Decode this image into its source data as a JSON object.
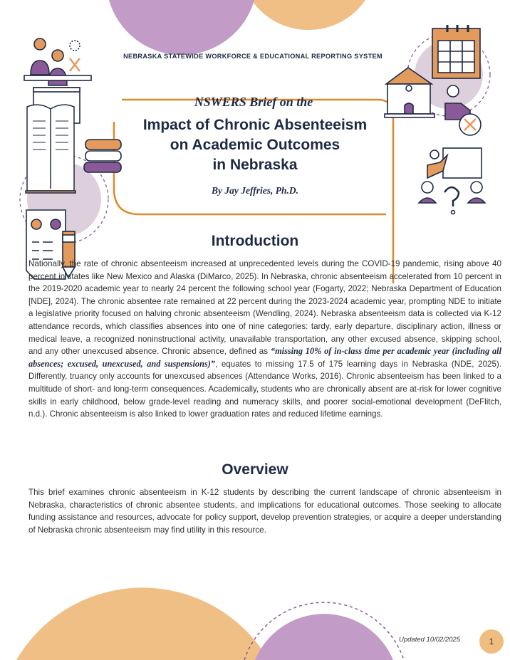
{
  "header": {
    "organization": "NEBRASKA STATEWIDE WORKFORCE & EDUCATIONAL REPORTING SYSTEM",
    "brief_label": "NSWERS Brief on the",
    "title_lines": [
      "Impact of Chronic Absenteeism",
      "on Academic Outcomes",
      "in Nebraska"
    ],
    "author": "By Jay Jeffries, Ph.D."
  },
  "introduction": {
    "heading": "Introduction",
    "text_before": "Nationally, the rate of chronic absenteeism increased at unprecedented levels during the COVID-19 pandemic, rising above 40 percent in states like New Mexico and Alaska (DiMarco, 2025). In Nebraska, chronic absenteeism accelerated from 10 percent in the 2019-2020 academic year to nearly 24 percent the following school year (Fogarty, 2022; Nebraska Department of Education [NDE], 2024). The chronic absentee rate remained at 22 percent during the 2023-2024 academic year, prompting NDE to initiate a legislative priority focused on halving chronic absenteeism (Wendling, 2024). Nebraska absenteeism data is collected via K-12 attendance records, which classifies absences into one of nine categories: tardy, early departure, disciplinary action, illness or medical leave, a recognized noninstructional activity, unavailable transportation, any other excused absence, skipping school, and any other unexcused absence. Chronic absence, defined as ",
    "definition": "“missing 10% of in-class time per academic year (including all absences; excused, unexcused, and suspensions)”",
    "text_after": ", equates to missing 17.5 of 175 learning days in Nebraska (NDE, 2025). Differently, truancy only accounts for unexcused absences (Attendance Works, 2016). Chronic absenteeism has been linked to a multitude of short- and long-term consequences. Academically, students who are chronically absent are at-risk for lower cognitive skills in early childhood, below grade-level reading and numeracy skills, and poorer social-emotional development (DeFlitch, n.d.). Chronic absenteeism is also linked to lower graduation rates and reduced lifetime earnings."
  },
  "overview": {
    "heading": "Overview",
    "text": "This brief examines chronic absenteeism in K-12 students by describing the current landscape of chronic absenteeism in Nebraska, characteristics of chronic absentee students, and implications for educational outcomes. Those seeking to allocate funding assistance and resources, advocate for policy support, develop prevention strategies, or acquire a deeper understanding of Nebraska chronic absenteeism may find utility in this resource."
  },
  "footer": {
    "updated": "Updated 10/02/2025",
    "page_number": "1"
  },
  "colors": {
    "purple": "#c29bc6",
    "orange": "#efbf86",
    "navy": "#1e2a44",
    "accent_orange": "#e0892c",
    "accent_purple": "#8a5a98"
  }
}
